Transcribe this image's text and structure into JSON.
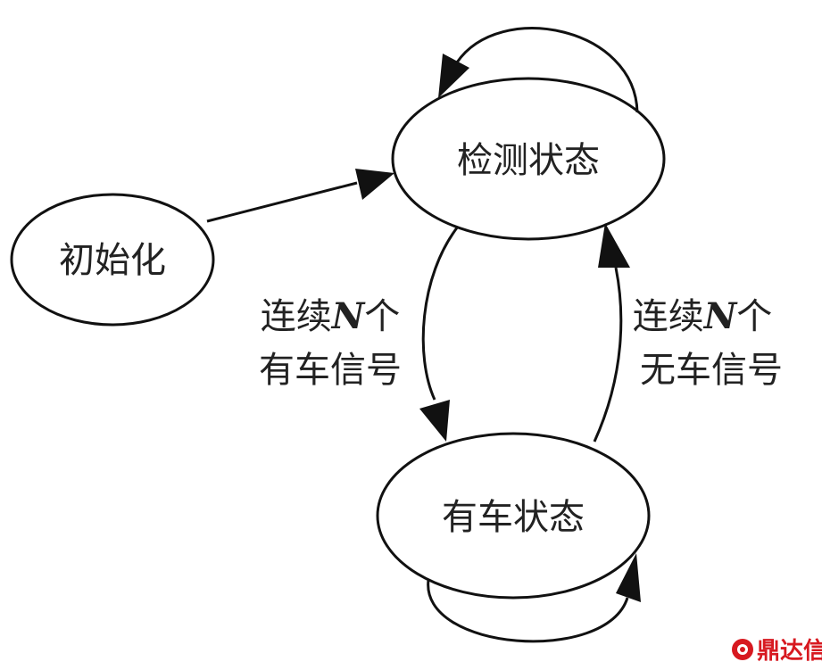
{
  "nodes": {
    "init": "初始化",
    "detect": "检测状态",
    "occupied": "有车状态"
  },
  "edges": {
    "to_occupied": {
      "line1_pre": "连续",
      "line1_var": "N",
      "line1_post": "个",
      "line2": "有车信号"
    },
    "to_detect": {
      "line1_pre": "连续",
      "line1_var": "N",
      "line1_post": "个",
      "line2": "无车信号"
    }
  },
  "watermark": {
    "brand": "鼎达信",
    "color": "#d71920"
  }
}
